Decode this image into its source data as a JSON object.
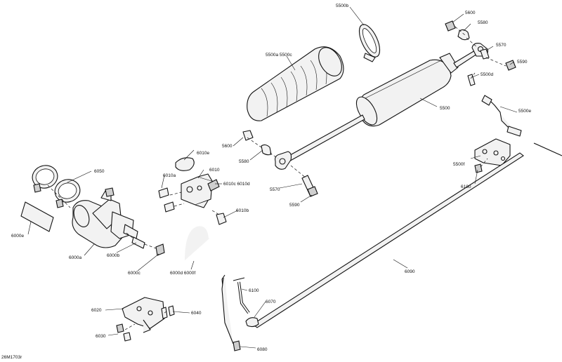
{
  "diagram_id": "26M1703r",
  "callouts": [
    {
      "label": "5500b"
    },
    {
      "label": "5600"
    },
    {
      "label": "5580"
    },
    {
      "label": "5570"
    },
    {
      "label": "5590"
    },
    {
      "label": "5500d"
    },
    {
      "label": "5500a 5500c"
    },
    {
      "label": "5500"
    },
    {
      "label": "5500e"
    },
    {
      "label": "5500f"
    },
    {
      "label": "6180"
    },
    {
      "label": "5600"
    },
    {
      "label": "5580"
    },
    {
      "label": "5570"
    },
    {
      "label": "5590"
    },
    {
      "label": "6010e"
    },
    {
      "label": "6010a"
    },
    {
      "label": "6010"
    },
    {
      "label": "6010c 6010d"
    },
    {
      "label": "6010b"
    },
    {
      "label": "6050"
    },
    {
      "label": "6000e"
    },
    {
      "label": "6000a"
    },
    {
      "label": "6000b"
    },
    {
      "label": "6000c"
    },
    {
      "label": "6000d 6000f"
    },
    {
      "label": "6090"
    },
    {
      "label": "6100"
    },
    {
      "label": "6070"
    },
    {
      "label": "6080"
    },
    {
      "label": "6020"
    },
    {
      "label": "6030"
    },
    {
      "label": "6040"
    }
  ]
}
